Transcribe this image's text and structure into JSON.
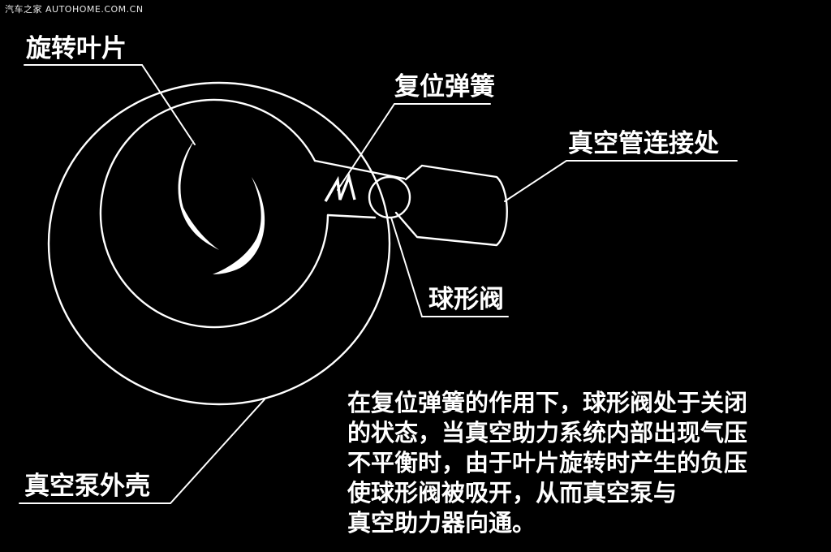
{
  "watermark": "汽车之家 AUTOHOME.COM.CN",
  "labels": {
    "rotor_blade": "旋转叶片",
    "return_spring": "复位弹簧",
    "vacuum_hose_joint": "真空管连接处",
    "ball_valve": "球形阀",
    "pump_housing": "真空泵外壳"
  },
  "description": {
    "lines": [
      "在复位弹簧的作用下，球形阀处于关闭",
      "的状态，当真空助力系统内部出现气压",
      "不平衡时，由于叶片旋转时产生的负压",
      "使球形阀被吸开，从而真空泵与",
      "真空助力器向通。"
    ]
  },
  "colors": {
    "background": "#000000",
    "line": "#ffffff",
    "text": "#ffffff"
  }
}
